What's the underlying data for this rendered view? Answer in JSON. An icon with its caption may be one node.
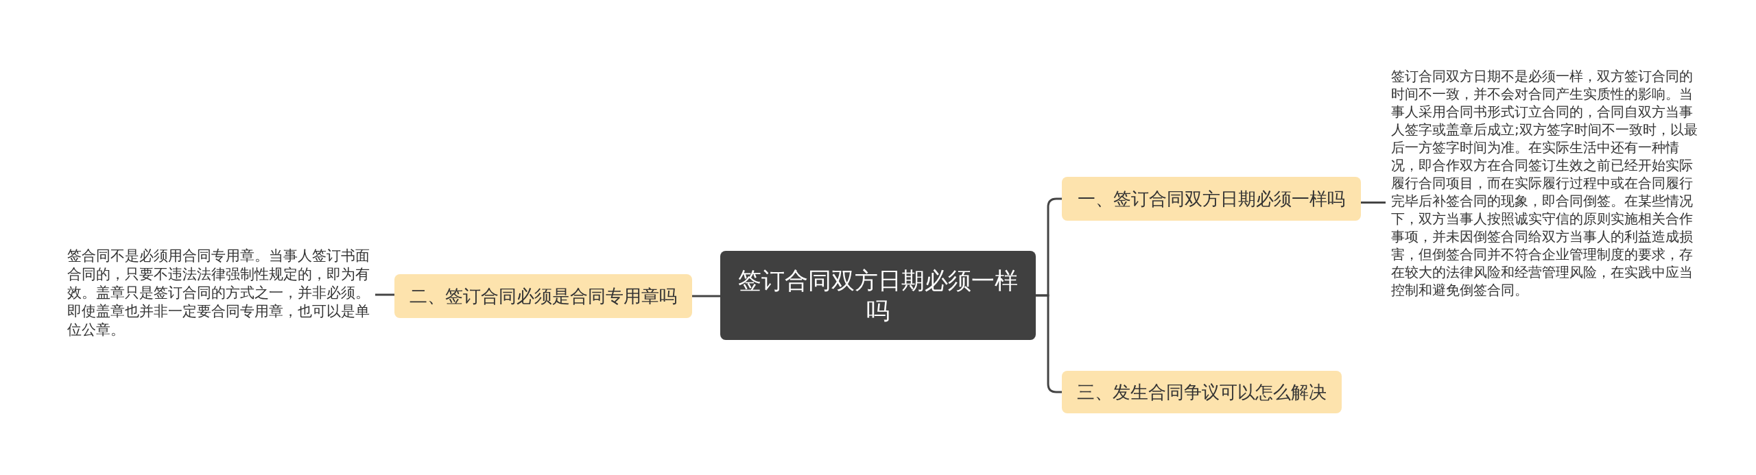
{
  "diagram": {
    "nodes": [
      {
        "text": [
          "签订合同双方日期必须一样吗"
        ]
      },
      {
        "text": [
          "一、签订合同双方日期必须一样吗"
        ]
      },
      {
        "text": [
          "二、签订合同必须是合同专用章吗"
        ]
      },
      {
        "text": [
          "三、发生合同争议可以怎么解决"
        ]
      },
      {
        "text": [
          "签订合同双方日期不是必须一样，双方签订合同的时间不一致，并不会对合同产生实质性的影响。当事人采用合同书形式订立合同的，合同自双方当事人签字或盖章后成立;双方签字时间不一致时，以最后一方签字时间为准。在实际生活中还有一种情况，即合作双方在合同签订生效之前已经开始实际履行合同项目，而在实际履行过程中或在合同履行完毕后补签合同的现象，即合同倒签。在某些情况下，双方当事人按照诚实守信的原则实施相关合作事项，并未因倒签合同给双方当事人的利益造成损害，但倒签合同并不符合企业管理制度的要求，存在较大的法律风险和经营管理风险，在实践中应当控制和避免倒签合同。"
        ]
      },
      {
        "text": [
          "签合同不是必须用合同专用章。当事人签订书面合同的，只要不违法法律强制性规定的，即为有效。盖章只是签订合同的方式之一，并非必须。即使盖章也并非一定要合同专用章，也可以是单位公章。"
        ]
      }
    ],
    "edges": [
      {
        "from": 0,
        "to": 1,
        "arrow": "none"
      },
      {
        "from": 0,
        "to": 3,
        "arrow": "none"
      },
      {
        "from": 0,
        "to": 2,
        "arrow": "none"
      },
      {
        "from": 1,
        "to": 4,
        "arrow": "none"
      },
      {
        "from": 2,
        "to": 5,
        "arrow": "none"
      }
    ]
  }
}
